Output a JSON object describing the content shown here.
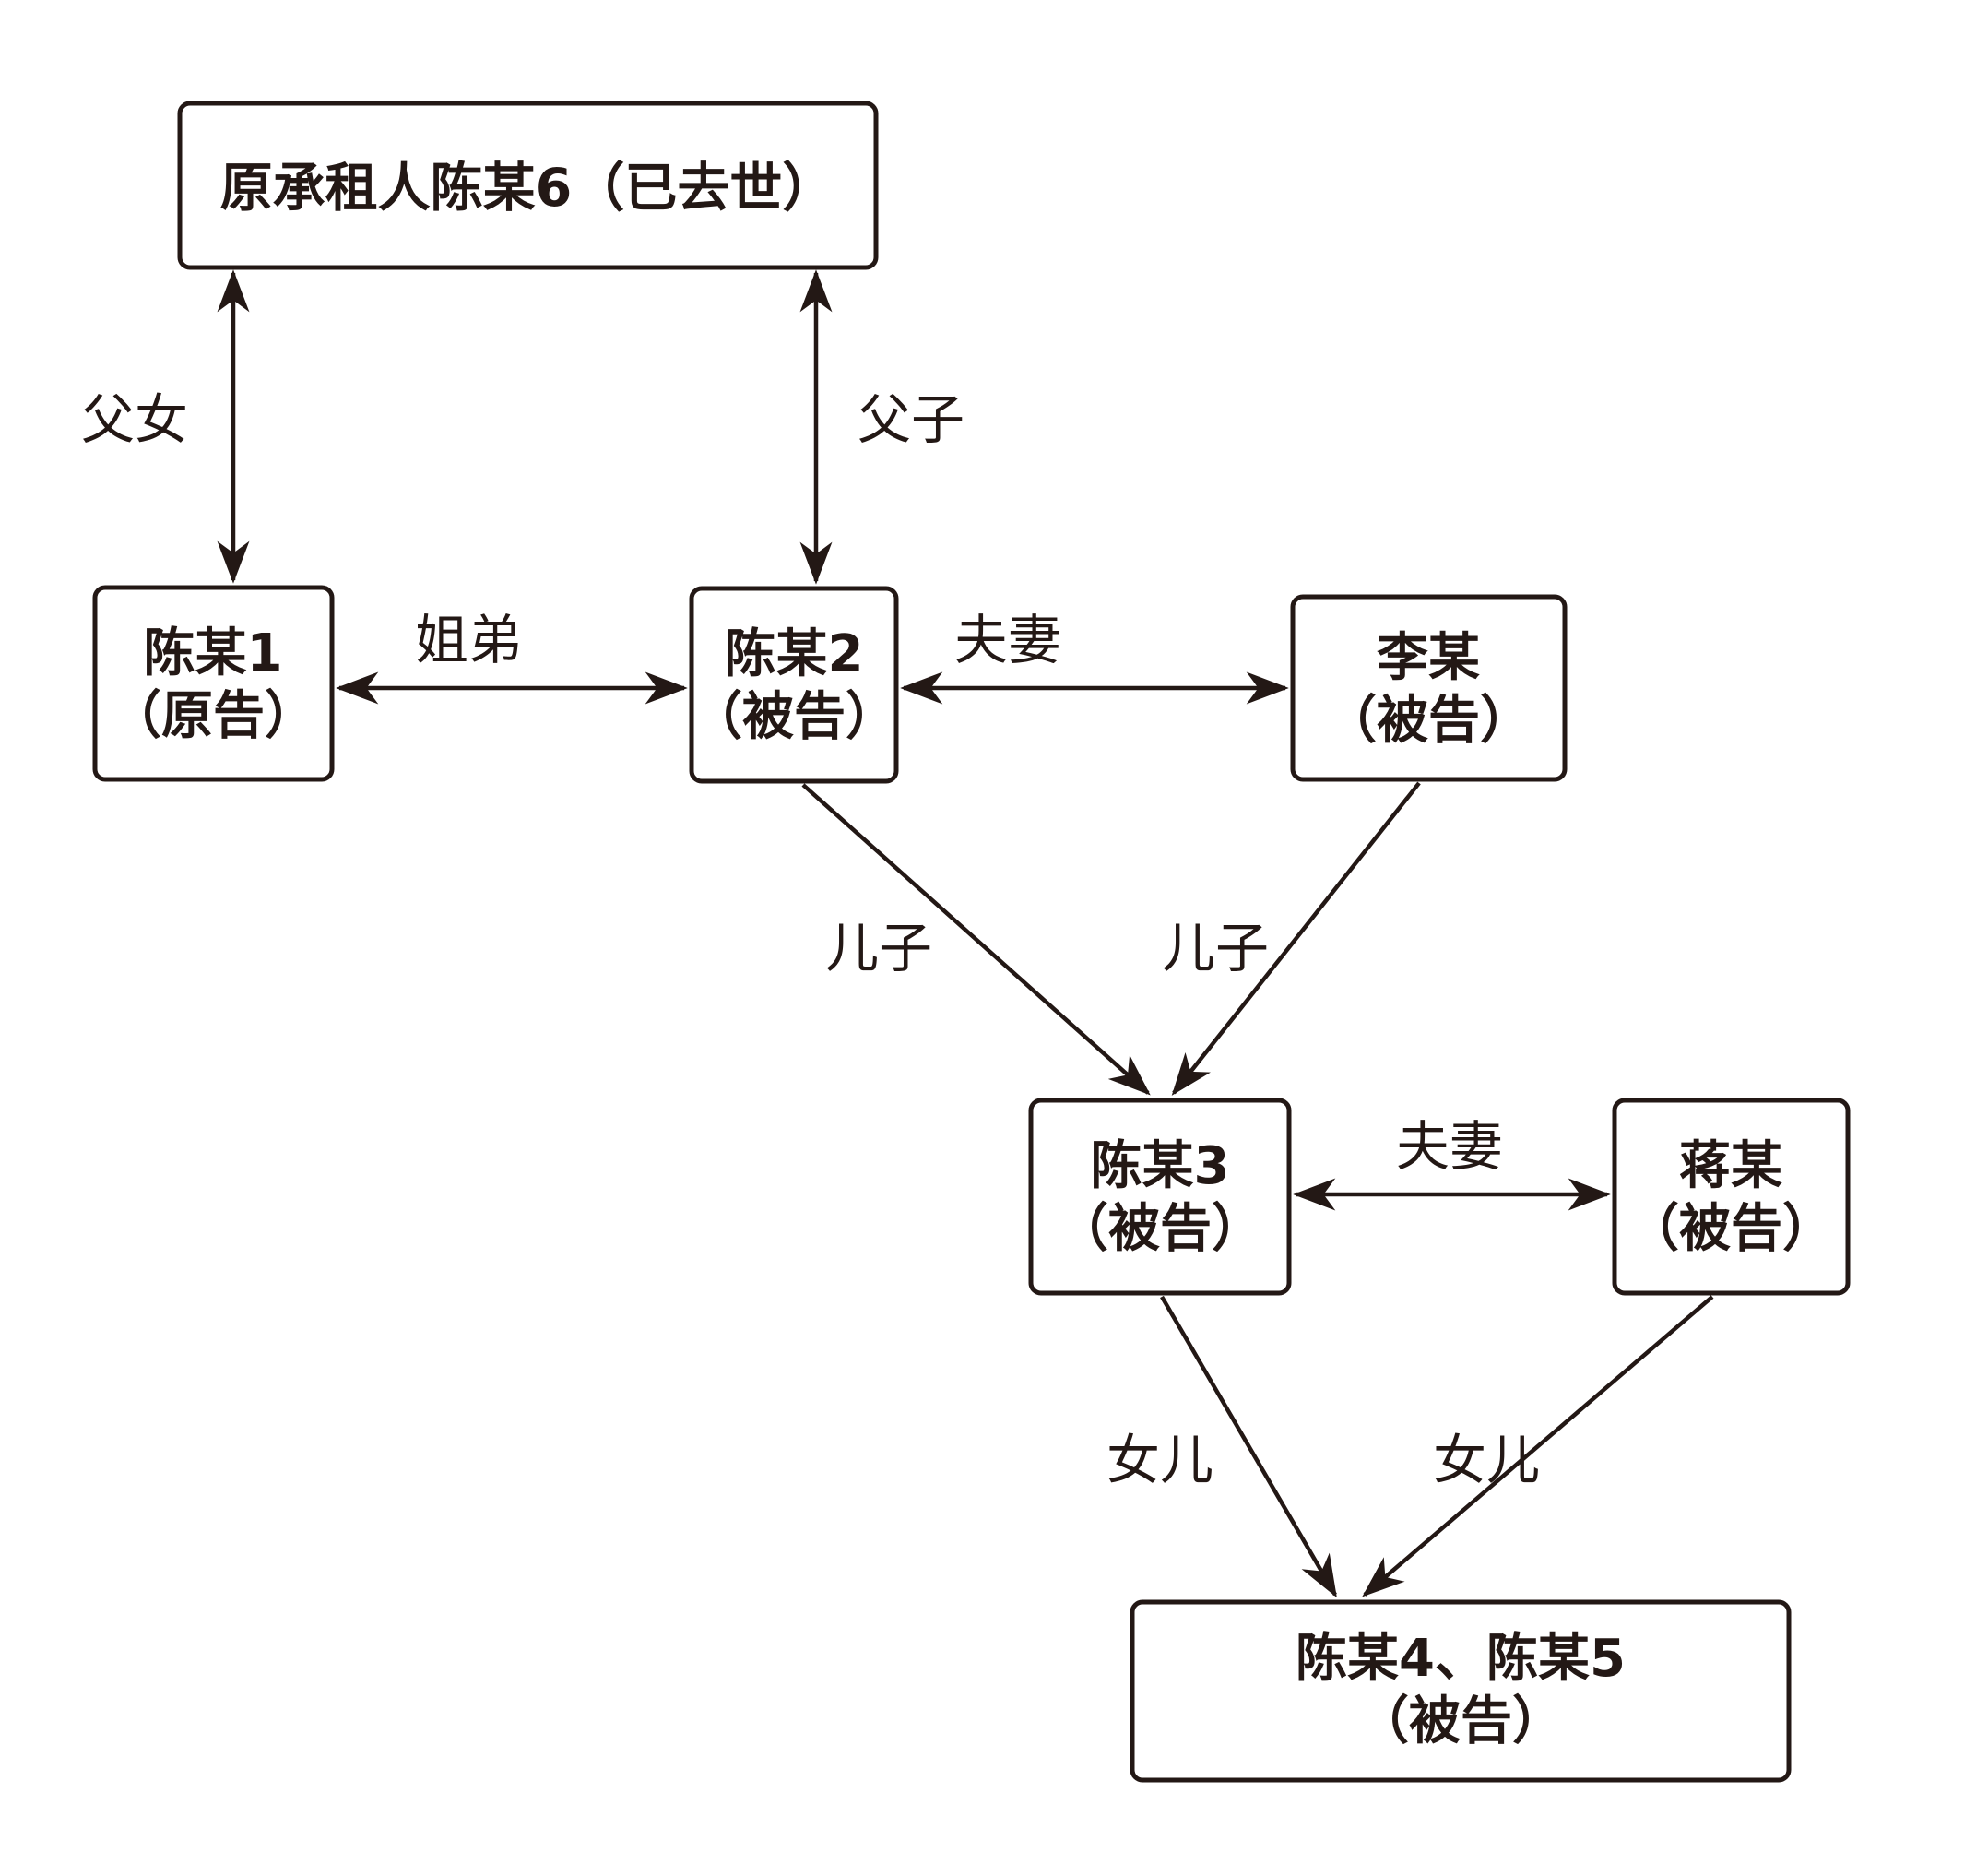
{
  "diagram": {
    "kind": "family-relationship-litigation-diagram",
    "colors": {
      "ink": "#231815",
      "background": "#ffffff"
    },
    "nodes": {
      "chen6": {
        "line1": "原承租人陈某6（已去世）"
      },
      "chen1": {
        "line1": "陈某1",
        "line2": "（原告）"
      },
      "chen2": {
        "line1": "陈某2",
        "line2": "（被告）"
      },
      "li": {
        "line1": "李某",
        "line2": "（被告）"
      },
      "chen3": {
        "line1": "陈某3",
        "line2": "（被告）"
      },
      "jiang": {
        "line1": "蒋某",
        "line2": "（被告）"
      },
      "chen45": {
        "line1": "陈某4、陈某5",
        "line2": "（被告）"
      }
    },
    "edges": {
      "father_daughter": "父女",
      "father_son": "父子",
      "sister_brother": "姐弟",
      "spouses_top": "夫妻",
      "son_left": "儿子",
      "son_right": "儿子",
      "spouses_bottom": "夫妻",
      "daughter_left": "女儿",
      "daughter_right": "女儿"
    }
  }
}
